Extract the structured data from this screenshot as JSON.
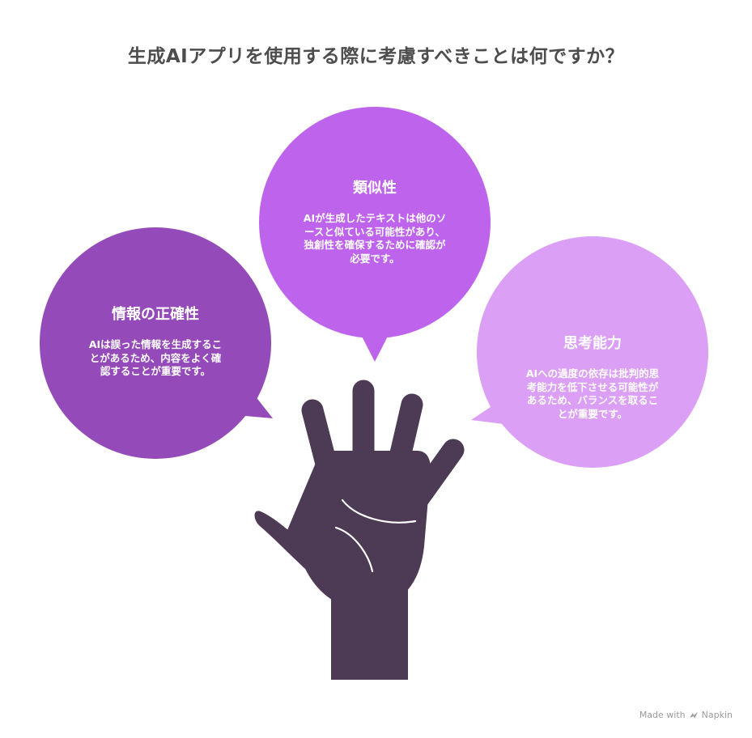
{
  "title": "生成AIアプリを使用する際に考慮すべきことは何ですか？",
  "bubbles": [
    {
      "title": "類似性",
      "body": "AIが生成したテキストは他のソースと似ている可能性があり、独創性を確保するために確認が必要です。",
      "color": "#be63eb"
    },
    {
      "title": "情報の正確性",
      "body": "AIは誤った情報を生成することがあるため、内容をよく確認することが重要です。",
      "color": "#944ab8"
    },
    {
      "title": "思考能力",
      "body": "AIへの過度の依存は批判的思考能力を低下させる可能性があるため、バランスを取ることが重要です。",
      "color": "#dc9ff6"
    }
  ],
  "hand_color": "#4d3a54",
  "footer": {
    "made_with": "Made with",
    "brand": "Napkin"
  }
}
